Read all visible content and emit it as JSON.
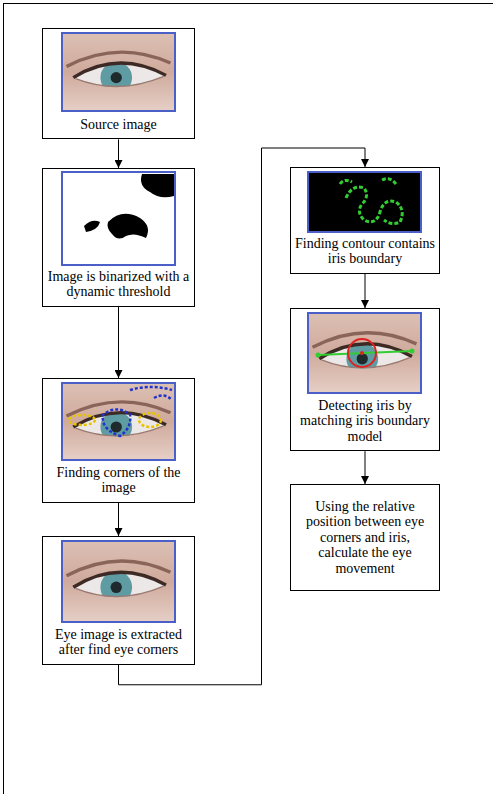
{
  "diagram": {
    "nodes": [
      {
        "text": [
          "Source image"
        ]
      },
      {
        "text": [
          "Image is binarized with a dynamic threshold"
        ]
      },
      {
        "text": [
          "Finding corners of the image"
        ]
      },
      {
        "text": [
          "Eye image is extracted after find eye corners"
        ]
      },
      {
        "text": [
          "Finding contour contains iris boundary"
        ]
      },
      {
        "text": [
          "Detecting iris by matching iris boundary model"
        ]
      },
      {
        "text": [
          "Using the relative position between eye corners and iris, calculate the eye movement"
        ]
      }
    ],
    "edges": [
      {
        "from": 0,
        "to": 1,
        "arrow": "to"
      },
      {
        "from": 1,
        "to": 2,
        "arrow": "to"
      },
      {
        "from": 2,
        "to": 3,
        "arrow": "to"
      },
      {
        "from": 3,
        "to": 4,
        "arrow": "to"
      },
      {
        "from": 4,
        "to": 5,
        "arrow": "to"
      },
      {
        "from": 5,
        "to": 6,
        "arrow": "to"
      }
    ]
  }
}
